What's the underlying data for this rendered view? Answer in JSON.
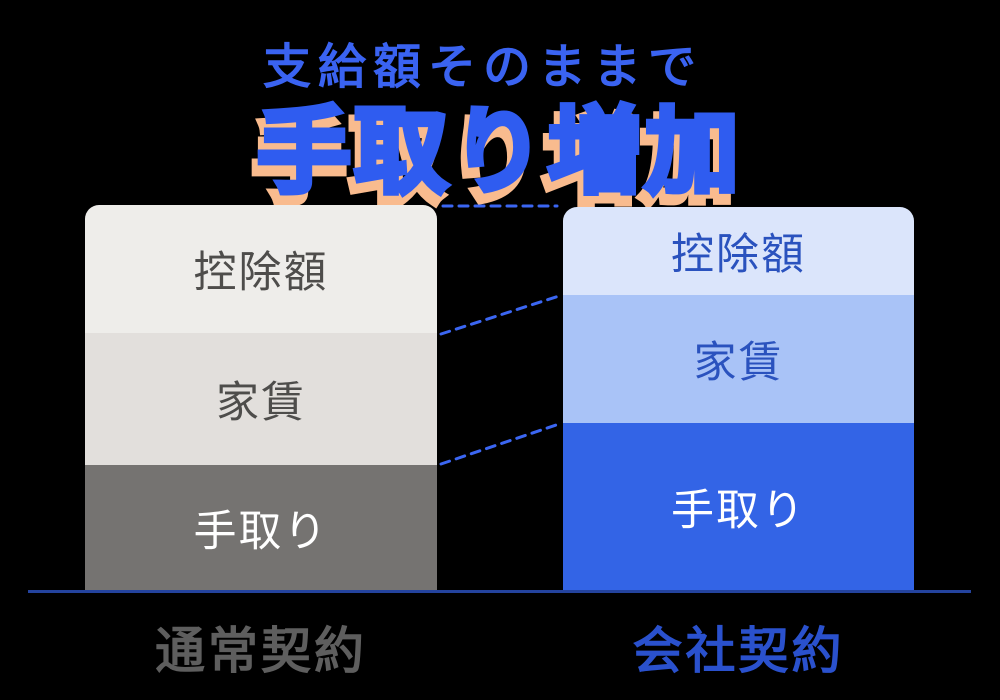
{
  "title": {
    "line1": "支給額そのままで",
    "line2": "手取り増加"
  },
  "bars": {
    "left": {
      "label": "通常契約",
      "segments": [
        {
          "label": "控除額"
        },
        {
          "label": "家賃"
        },
        {
          "label": "手取り"
        }
      ]
    },
    "right": {
      "label": "会社契約",
      "segments": [
        {
          "label": "控除額"
        },
        {
          "label": "家賃"
        },
        {
          "label": "手取り"
        }
      ]
    }
  },
  "colors": {
    "background": "#000000",
    "title_blue": "#3A63F1",
    "title_outline_blue": "#2F5CF0",
    "title_shadow_peach": "#F9BB8E",
    "left_deduction": "#EEEDEA",
    "left_rent": "#E2DFDC",
    "left_takehome": "#757371",
    "left_text": "#4E4D4B",
    "left_label": "#5E5E5E",
    "right_deduction": "#DBE5FB",
    "right_rent": "#A9C3F7",
    "right_takehome": "#3364E6",
    "right_text": "#2A52BE",
    "right_label": "#2A51CD",
    "dashed_connector": "#3B66F2",
    "axis_line": "#24439E"
  },
  "chart_data": {
    "type": "bar",
    "subtype": "stacked_comparison",
    "title": "支給額そのままで 手取り増加",
    "categories": [
      "通常契約",
      "会社契約"
    ],
    "series": [
      {
        "name": "控除額",
        "values_pct_of_total": [
          33,
          23
        ]
      },
      {
        "name": "家賃",
        "values_pct_of_total": [
          34,
          33
        ]
      },
      {
        "name": "手取り",
        "values_pct_of_total": [
          33,
          44
        ]
      }
    ],
    "notes": "Two stacked bars of equal total height (total pay unchanged); company-contract bar shows smaller deduction and larger take-home. No numeric axis values shown.",
    "legend_position": "none",
    "grid": false
  }
}
